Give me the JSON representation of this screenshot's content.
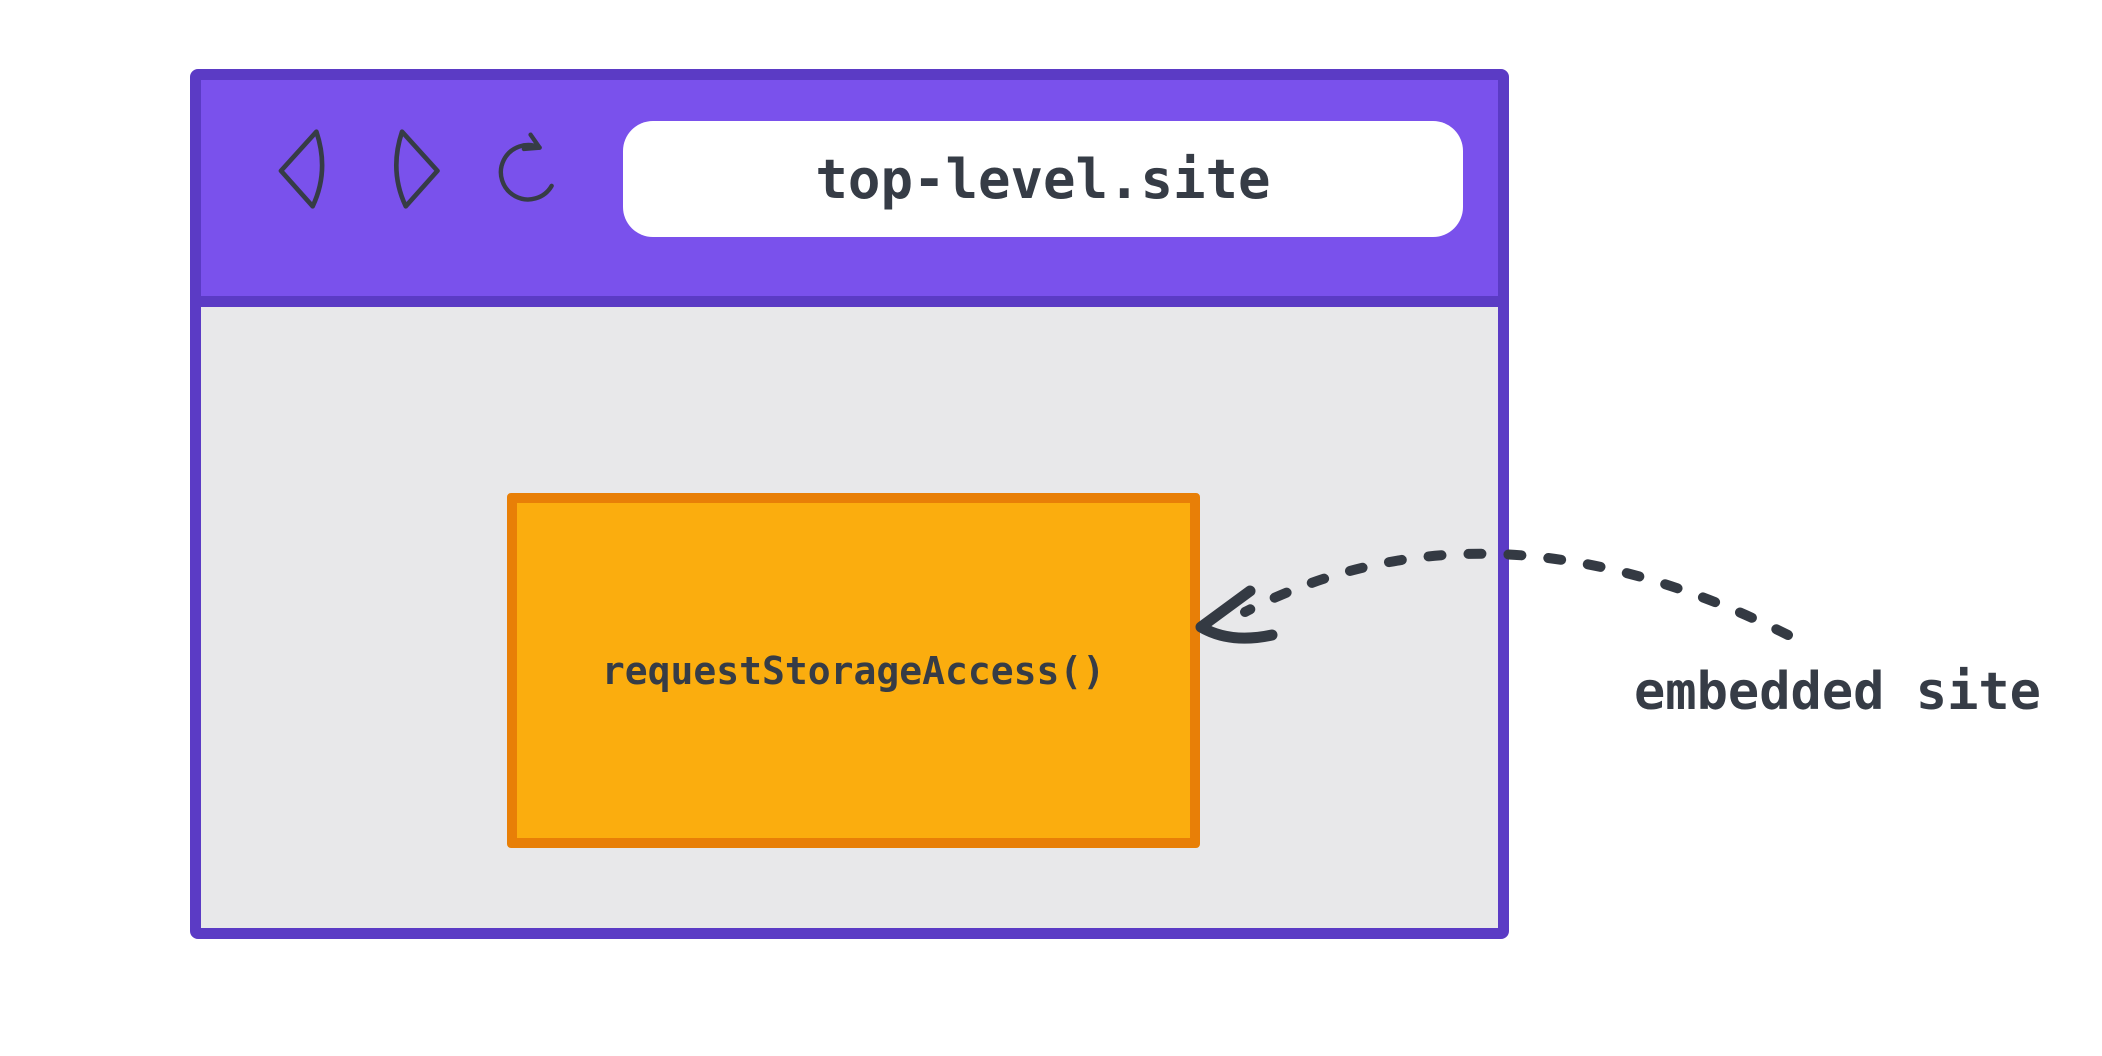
{
  "colors": {
    "page-bg": "#ffffff",
    "purple": "#7A51EC",
    "purple-dark": "#5B3BC5",
    "viewport-gray": "#E8E8EA",
    "orange-fill": "#FBAD0E",
    "orange-border": "#E87F07",
    "ink": "#363C46",
    "arrow-ink": "#343A43",
    "addressbar-bg": "#ffffff"
  },
  "browser": {
    "url": "top-level.site",
    "nav": {
      "back": "back-icon",
      "forward": "forward-icon",
      "reload": "reload-icon"
    },
    "embedded_frame": {
      "label": "requestStorageAccess()"
    }
  },
  "annotation": {
    "label": "embedded site",
    "arrow": "dashed-arrow-pointing-to-embedded-frame"
  }
}
